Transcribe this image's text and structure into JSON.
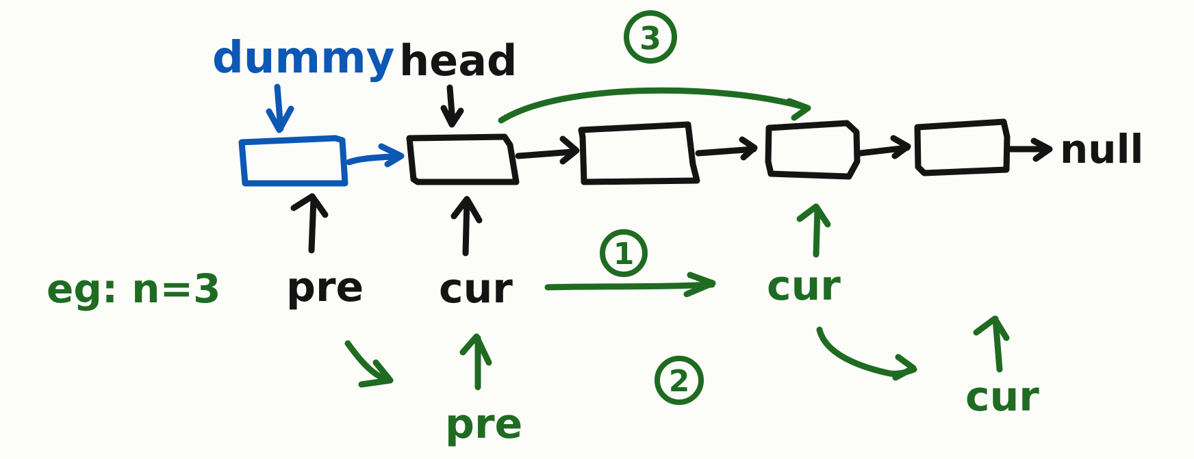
{
  "labels": {
    "dummy": "dummy",
    "head": "head",
    "null": "null",
    "example": "eg: n=3",
    "pre": "pre",
    "cur": "cur",
    "pre_moved": "pre",
    "cur_step1": "cur",
    "cur_step2": "cur"
  },
  "steps": {
    "step1": "1",
    "step2": "2",
    "step3": "3"
  },
  "colors": {
    "blue": "#0d57b5",
    "black": "#141414",
    "green": "#1f6b22",
    "background": "#fcfcf9"
  }
}
